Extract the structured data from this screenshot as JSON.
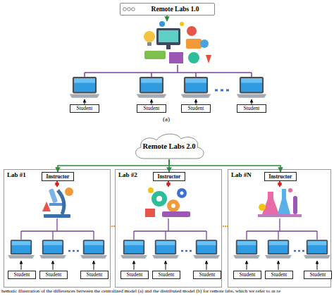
{
  "diagram": {
    "caption": "hematic illustration of the differences between the centralized model (a) and the distributed model (b) for remote labs, which we refer to as re",
    "nodes": [
      {
        "text": [
          "Remote Labs 1.0"
        ]
      },
      {
        "text": [
          "Student"
        ]
      },
      {
        "text": [
          "Student"
        ]
      },
      {
        "text": [
          "Student"
        ]
      },
      {
        "text": [
          "Student"
        ]
      },
      {
        "text": [
          "Remote Labs 2.0"
        ]
      },
      {
        "text": [
          "Lab #1"
        ]
      },
      {
        "text": [
          "Instructor"
        ],
        "in": 6
      },
      {
        "text": [
          "Student"
        ],
        "in": 6
      },
      {
        "text": [
          "Student"
        ],
        "in": 6
      },
      {
        "text": [
          "Student"
        ],
        "in": 6
      },
      {
        "text": [
          "Lab #2"
        ]
      },
      {
        "text": [
          "Instructor"
        ],
        "in": 11
      },
      {
        "text": [
          "Student"
        ],
        "in": 11
      },
      {
        "text": [
          "Student"
        ],
        "in": 11
      },
      {
        "text": [
          "Student"
        ],
        "in": 11
      },
      {
        "text": [
          "Lab #N"
        ]
      },
      {
        "text": [
          "Instructor"
        ],
        "in": 16
      },
      {
        "text": [
          "Student"
        ],
        "in": 16
      },
      {
        "text": [
          "Student"
        ],
        "in": 16
      },
      {
        "text": [
          "Student"
        ],
        "in": 16
      }
    ],
    "edges": [
      {
        "from": 5,
        "to": 7,
        "arrow": "to"
      },
      {
        "from": 5,
        "to": 12,
        "arrow": "to"
      },
      {
        "from": 5,
        "to": 17,
        "arrow": "to"
      }
    ],
    "labels": [
      "(a)"
    ]
  }
}
